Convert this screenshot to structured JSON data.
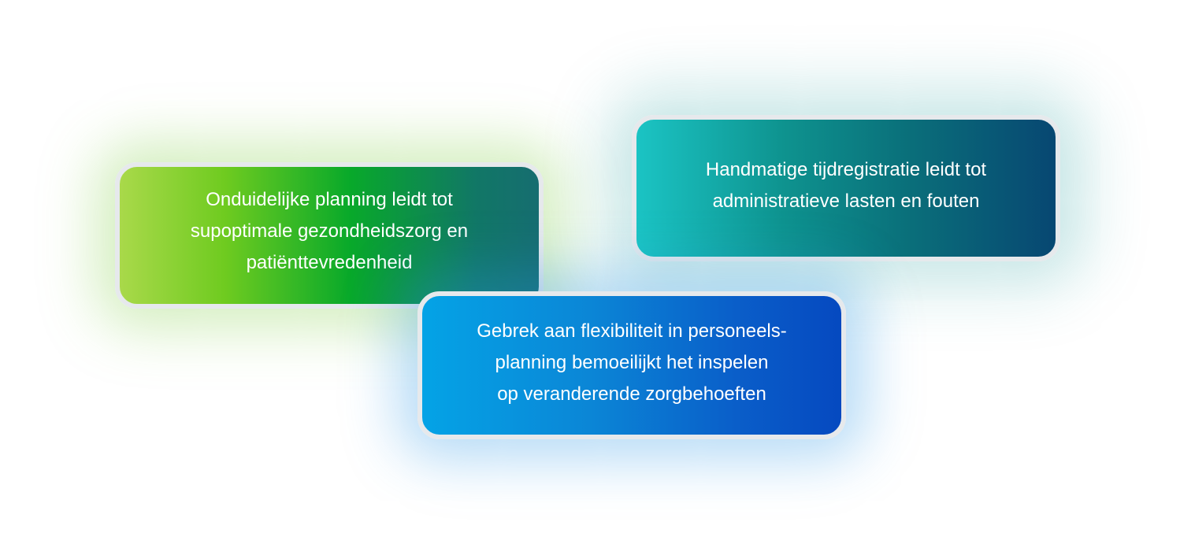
{
  "cards": [
    {
      "lines": [
        "Onduidelijke planning leidt tot",
        "supoptimale gezondheidszorg en",
        "patiënttevredenheid"
      ]
    },
    {
      "lines": [
        "Handmatige tijdregistratie leidt tot",
        "administratieve lasten en fouten"
      ]
    },
    {
      "lines": [
        "Gebrek aan flexibiliteit in personeels-",
        "planning bemoeilijkt het inspelen",
        "op veranderende zorgbehoeften"
      ]
    }
  ],
  "colors": {
    "card_1_gradient": [
      "#a9d94a",
      "#08a92a",
      "#166d70"
    ],
    "card_2_gradient": [
      "#1bc4c4",
      "#0a6f7a",
      "#074772"
    ],
    "card_3_gradient": [
      "#04a3e6",
      "#0a5ec9",
      "#0549c0"
    ],
    "card_border": "#e6e9ec",
    "text": "#ffffff"
  }
}
